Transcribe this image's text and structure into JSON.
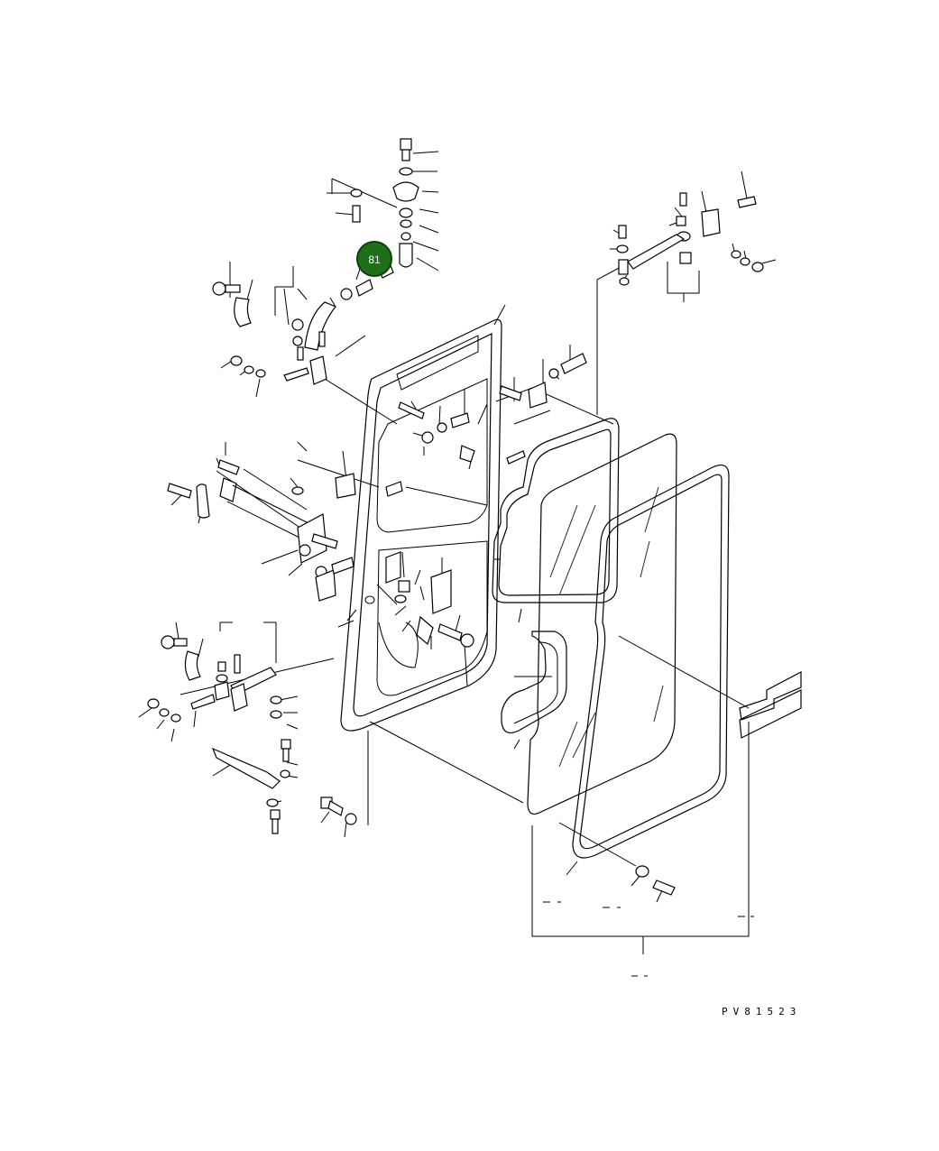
{
  "diagram": {
    "drawing_code": "PV81523",
    "callouts": [
      {
        "id": "81",
        "label": "81"
      }
    ],
    "colors": {
      "line": "#000000",
      "callout_fill": "#1f6f1a",
      "callout_text": "#ffffff",
      "background": "#ffffff"
    }
  }
}
